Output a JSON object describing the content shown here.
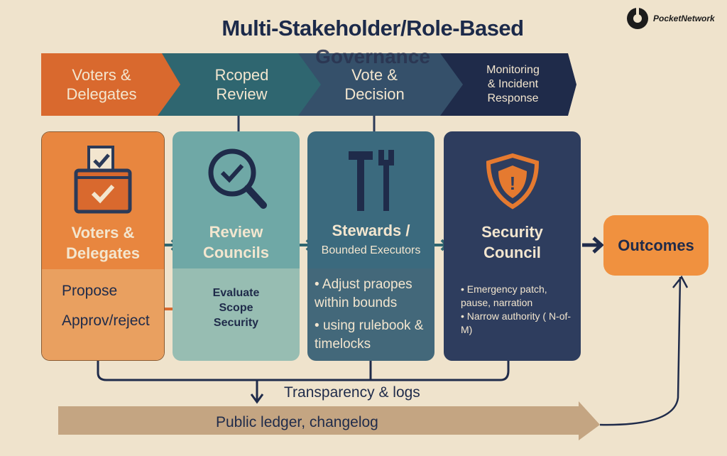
{
  "title": {
    "line1": "Multi-Stakeholder/Role-Based",
    "line2": "Governance"
  },
  "logo": {
    "text": "PocketNetwork"
  },
  "stages": [
    {
      "label": "Voters &\nDelegates",
      "color": "#d9692e"
    },
    {
      "label": "Rcoped\nReview",
      "color": "#2f6670"
    },
    {
      "label": "Vote &\nDecision",
      "color": "#35506a"
    },
    {
      "label": "Monitoring\n& Incident\nResponse",
      "color": "#1f2b4a"
    }
  ],
  "cards": [
    {
      "title": "Voters &\nDelegates",
      "items": [
        "Propose",
        "Approv/reject"
      ]
    },
    {
      "title": "Review\nCouncils",
      "items": [
        "Evaluate",
        "Scope",
        "Security"
      ]
    },
    {
      "title": "Stewards /",
      "subtitle": "Bounded Executors",
      "items": [
        "Adjust praopes within bounds",
        "using rulebook & timelocks"
      ]
    },
    {
      "title": "Security\nCouncil",
      "items": [
        "Emergency patch, pause, narration",
        "Narrow authority ( N-of-M)"
      ]
    }
  ],
  "outcomes": "Outcomes",
  "transparency": "Transparency & logs",
  "ledger": "Public ledger, changelog"
}
